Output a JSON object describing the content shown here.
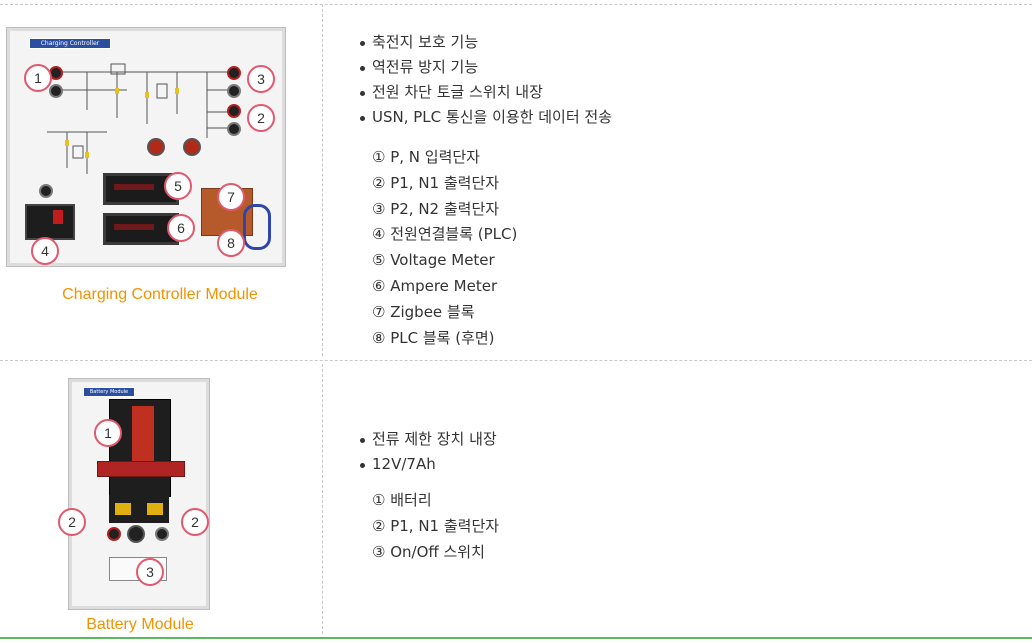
{
  "rows": [
    {
      "caption": "Charging Controller Module",
      "module_tag": "Charging Controller Module",
      "callouts": [
        "1",
        "3",
        "2",
        "5",
        "7",
        "6",
        "8",
        "4"
      ],
      "bullets": [
        "축전지 보호 기능",
        "역전류 방지 기능",
        "전원 차단 토글 스위치 내장",
        "USN, PLC 통신을 이용한 데이터 전송"
      ],
      "items": [
        "① P, N 입력단자",
        "② P1, N1 출력단자",
        "③ P2, N2 출력단자",
        "④ 전원연결블록 (PLC)",
        "⑤ Voltage Meter",
        "⑥ Ampere Meter",
        "⑦ Zigbee 블록",
        "⑧ PLC 블록 (후면)"
      ]
    },
    {
      "caption": "Battery Module",
      "module_tag": "Battery Module",
      "callouts": [
        "1",
        "2",
        "2",
        "3"
      ],
      "bullets": [
        "전류 제한 장치 내장",
        "12V/7Ah"
      ],
      "items": [
        "① 배터리",
        "② P1, N1 출력단자",
        "③ On/Off 스위치"
      ]
    }
  ],
  "colors": {
    "caption": "#f39200",
    "callout_border": "#e2586d",
    "divider": "#5cb85c"
  }
}
